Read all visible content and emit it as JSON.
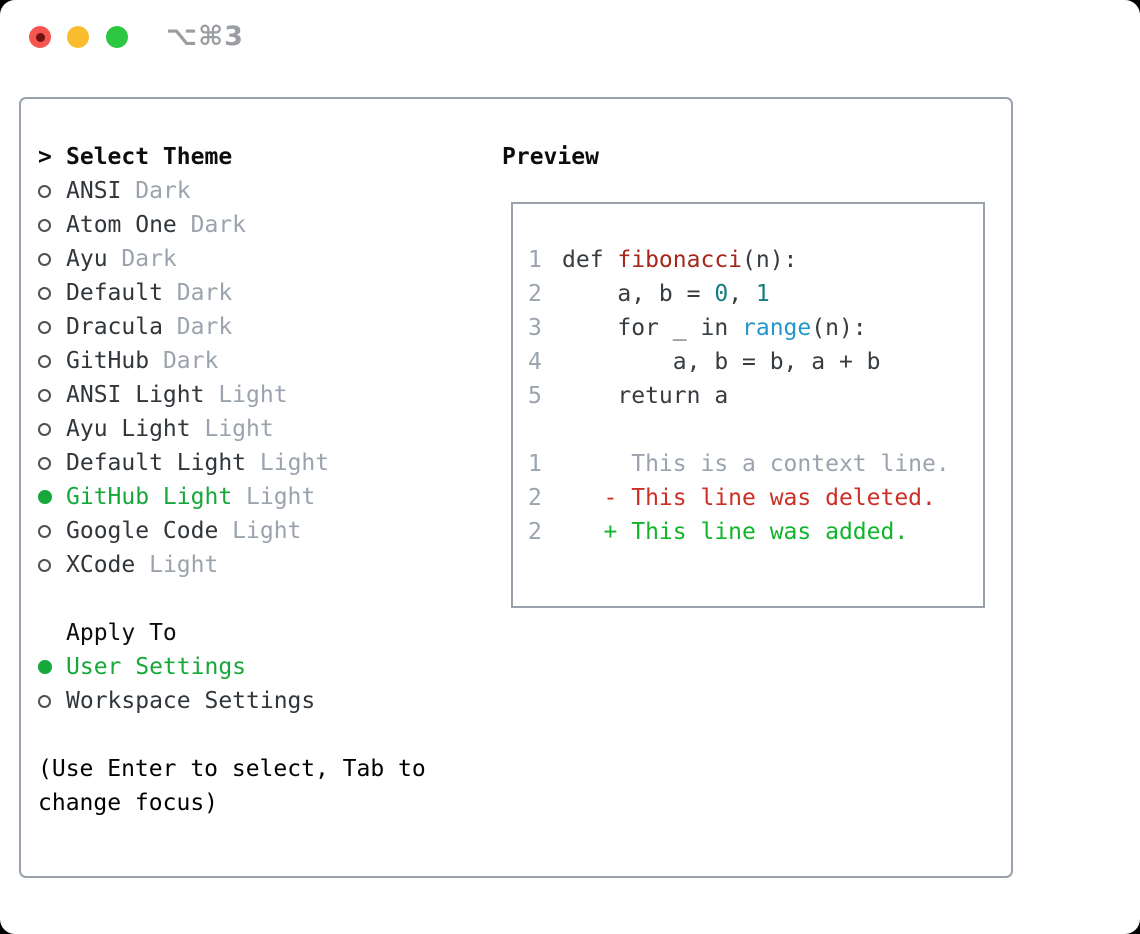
{
  "window": {
    "title": "⌥⌘3",
    "traffic_lights": {
      "close": "red",
      "minimize": "yellow",
      "zoom": "green"
    }
  },
  "colors": {
    "accent_green": "#16a83a",
    "text_dark": "#31363b",
    "header_dark": "#0b0d0f",
    "muted_gray": "#9aa3ae",
    "border_gray": "#9aa1ad",
    "fg": "#373c41",
    "func_red": "#a6271c",
    "num_teal": "#157e7e",
    "builtin_blue": "#2496cc",
    "ctx_gray": "#9aa3ae",
    "del_red": "#cd2f25",
    "add_green": "#11b52c"
  },
  "theme_picker": {
    "header": {
      "cursor": ">",
      "label": "Select Theme"
    },
    "items": [
      {
        "name": "ANSI",
        "tag": "Dark",
        "selected": false
      },
      {
        "name": "Atom One",
        "tag": "Dark",
        "selected": false
      },
      {
        "name": "Ayu",
        "tag": "Dark",
        "selected": false
      },
      {
        "name": "Default",
        "tag": "Dark",
        "selected": false
      },
      {
        "name": "Dracula",
        "tag": "Dark",
        "selected": false
      },
      {
        "name": "GitHub",
        "tag": "Dark",
        "selected": false
      },
      {
        "name": "ANSI Light",
        "tag": "Light",
        "selected": false
      },
      {
        "name": "Ayu Light",
        "tag": "Light",
        "selected": false
      },
      {
        "name": "Default Light",
        "tag": "Light",
        "selected": false
      },
      {
        "name": "GitHub Light",
        "tag": "Light",
        "selected": true
      },
      {
        "name": "Google Code",
        "tag": "Light",
        "selected": false
      },
      {
        "name": "XCode",
        "tag": "Light",
        "selected": false
      }
    ],
    "apply_to": {
      "label": "Apply To",
      "options": [
        {
          "name": "User Settings",
          "selected": true
        },
        {
          "name": "Workspace Settings",
          "selected": false
        }
      ]
    },
    "hint_lines": [
      "(Use Enter to select, Tab to",
      "change focus)"
    ]
  },
  "preview": {
    "title": "Preview",
    "code_lines": [
      {
        "num": "1",
        "parts": [
          {
            "t": "def ",
            "c": "fg"
          },
          {
            "t": "fibonacci",
            "c": "func_red"
          },
          {
            "t": "(n):",
            "c": "fg"
          }
        ]
      },
      {
        "num": "2",
        "parts": [
          {
            "t": "    a, b = ",
            "c": "fg"
          },
          {
            "t": "0",
            "c": "num_teal"
          },
          {
            "t": ", ",
            "c": "fg"
          },
          {
            "t": "1",
            "c": "num_teal"
          }
        ]
      },
      {
        "num": "3",
        "parts": [
          {
            "t": "    for _ in ",
            "c": "fg"
          },
          {
            "t": "range",
            "c": "builtin_blue"
          },
          {
            "t": "(n):",
            "c": "fg"
          }
        ]
      },
      {
        "num": "4",
        "parts": [
          {
            "t": "        a, b = b, a + b",
            "c": "fg"
          }
        ]
      },
      {
        "num": "5",
        "parts": [
          {
            "t": "    return a",
            "c": "fg"
          }
        ]
      },
      {
        "num": "",
        "parts": []
      },
      {
        "num": "1",
        "parts": [
          {
            "t": "     This is a context line.",
            "c": "ctx_gray"
          }
        ]
      },
      {
        "num": "2",
        "parts": [
          {
            "t": "   - This line was deleted.",
            "c": "del_red"
          }
        ]
      },
      {
        "num": "2",
        "parts": [
          {
            "t": "   + This line was added.",
            "c": "add_green"
          }
        ]
      }
    ]
  }
}
